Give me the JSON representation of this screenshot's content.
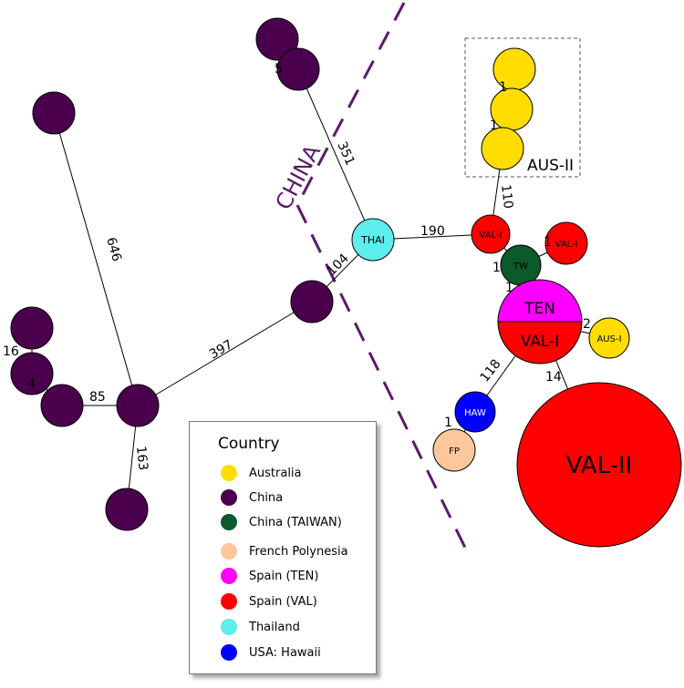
{
  "colors": {
    "china": "#4b004d",
    "australia": "#ffdd00",
    "taiwan": "#0b5a2b",
    "french_polynesia": "#fcc89b",
    "spain_ten": "#ff00ff",
    "spain_val": "#ff0000",
    "thailand": "#5deded",
    "hawaii": "#0000ff",
    "divider": "#5b1a6b"
  },
  "region_label": "CHINA",
  "box_label": "AUS-II",
  "nodes": {
    "thai": "THAI",
    "val_i_hub": "VAL-I",
    "val_i_small": "VAL-I",
    "tw": "TW",
    "ten": "TEN",
    "val_i_main": "VAL-I",
    "aus_i": "AUS-I",
    "haw": "HAW",
    "fp": "FP",
    "val_ii": "VAL-II"
  },
  "edge_labels": {
    "top_pair": "5",
    "china_top_to_thai": "351",
    "china_left_to_hub": "646",
    "thai_to_val": "190",
    "china_mid_to_thai": "104",
    "hub_to_china_mid": "397",
    "left_pair": "16",
    "lower_left": "4",
    "hub_to_lower_left": "85",
    "hub_to_bottom": "163",
    "aus_chain_1": "1",
    "aus_chain_2": "1",
    "aus_to_val": "110",
    "val_to_tw": "1",
    "tw_to_small_val": "1",
    "tw_to_ten": "1",
    "ten_to_aus_i": "2",
    "val_to_haw": "118",
    "val_to_val_ii": "14",
    "haw_to_fp": "1"
  },
  "legend": {
    "title": "Country",
    "items": [
      {
        "label": "Australia",
        "color": "#ffdd00"
      },
      {
        "label": "China",
        "color": "#4b004d"
      },
      {
        "label": "China (TAIWAN)",
        "color": "#0b5a2b"
      },
      {
        "label": "French Polynesia",
        "color": "#fcc89b"
      },
      {
        "label": "Spain (TEN)",
        "color": "#ff00ff"
      },
      {
        "label": "Spain (VAL)",
        "color": "#ff0000"
      },
      {
        "label": "Thailand",
        "color": "#5deded"
      },
      {
        "label": "USA: Hawaii",
        "color": "#0000ff"
      }
    ]
  }
}
